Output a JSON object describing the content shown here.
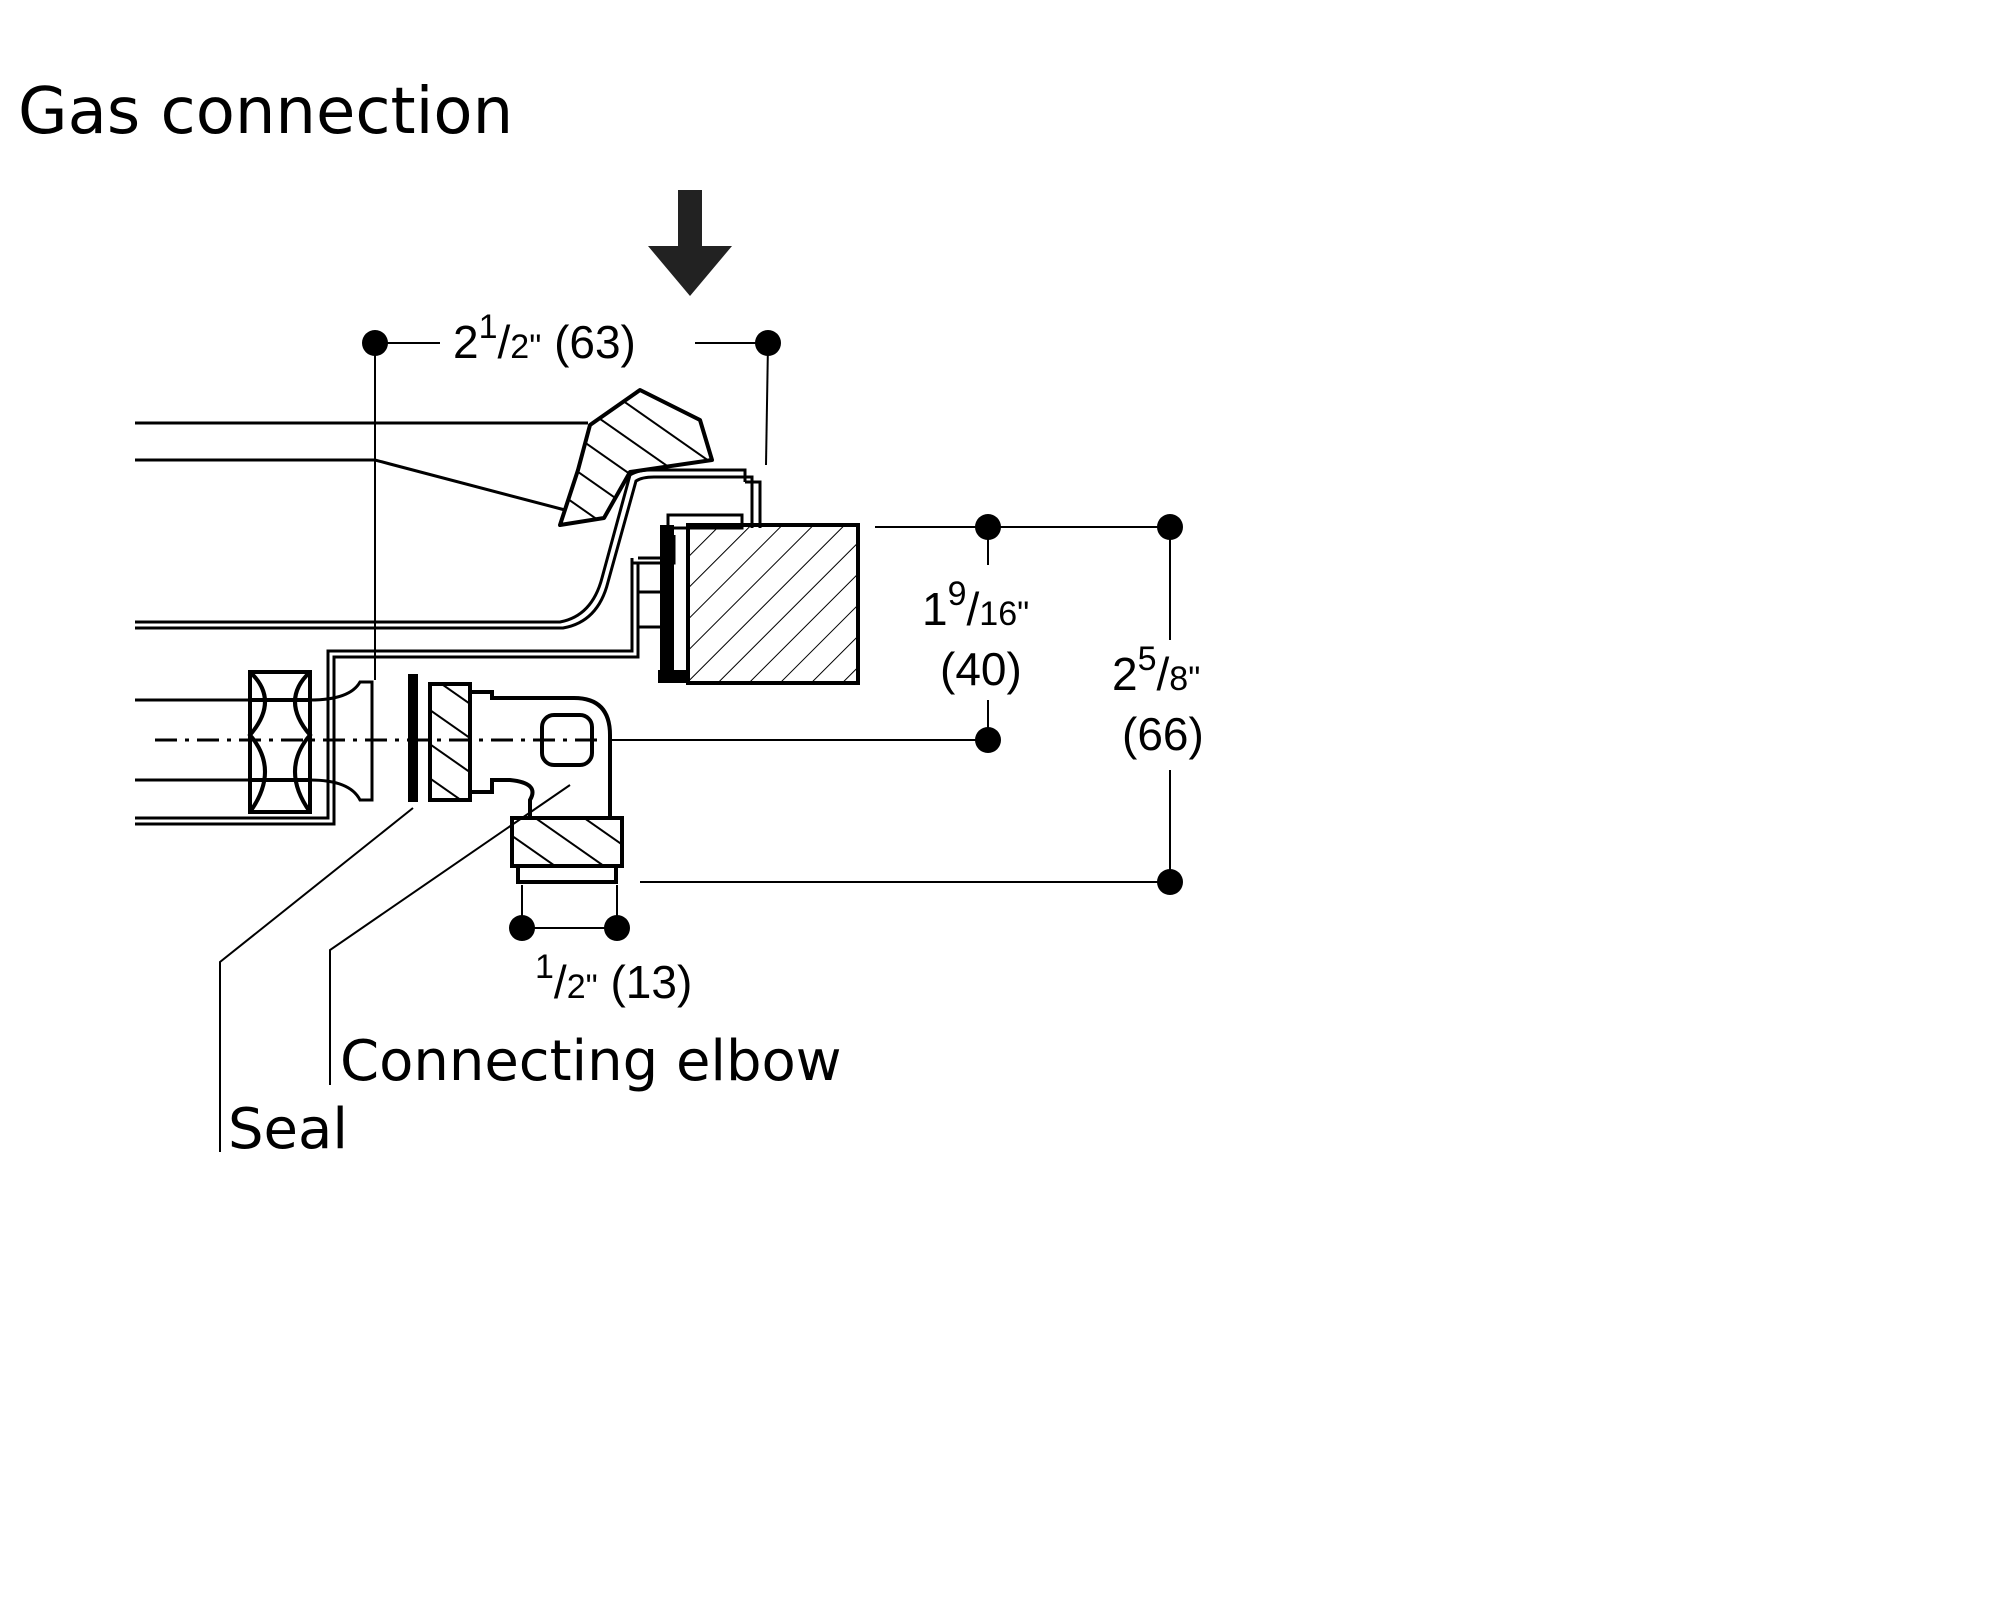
{
  "title": "Gas connection",
  "dimensions": {
    "width_top": {
      "whole": "2",
      "num": "1",
      "den": "2\"",
      "metric": "(63)"
    },
    "height_inner": {
      "whole": "1",
      "num": "9",
      "den": "16\"",
      "metric": "(40)"
    },
    "height_outer": {
      "whole": "2",
      "num": "5",
      "den": "8\"",
      "metric": "(66)"
    },
    "thread": {
      "num": "1",
      "den": "2\"",
      "metric": "(13)"
    }
  },
  "callouts": {
    "connecting_elbow": "Connecting elbow",
    "seal": "Seal"
  },
  "icons": {
    "direction": "down-arrow-icon"
  }
}
